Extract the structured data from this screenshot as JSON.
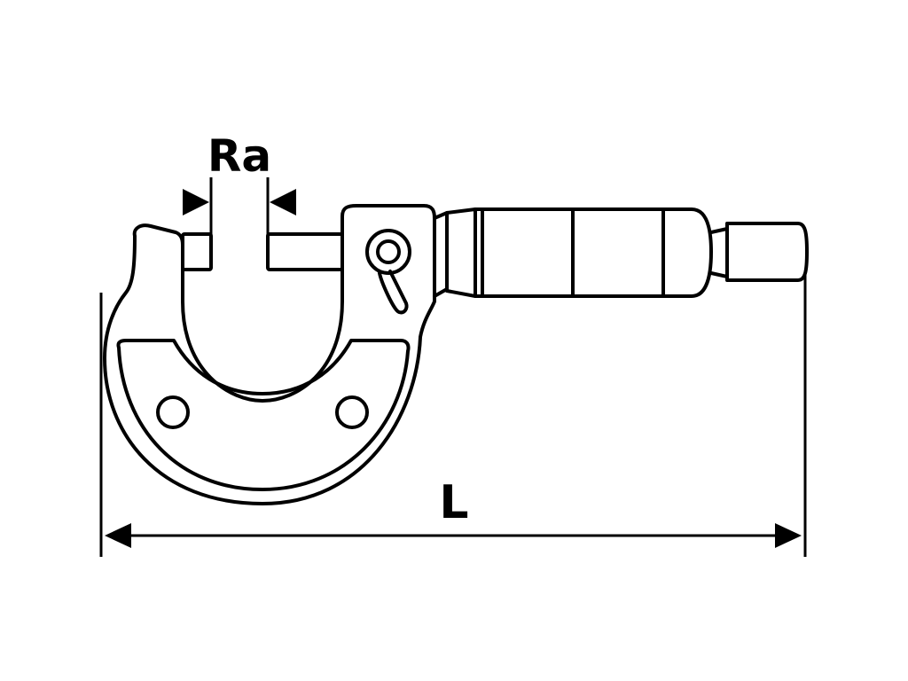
{
  "labels": {
    "gap": "Ra",
    "length": "L"
  },
  "parts": [
    "frame",
    "anvil",
    "spindle",
    "lock-ring",
    "sleeve",
    "thimble",
    "ratchet",
    "insulation-plate"
  ],
  "colors": {
    "stroke": "#000000",
    "background": "#ffffff"
  }
}
